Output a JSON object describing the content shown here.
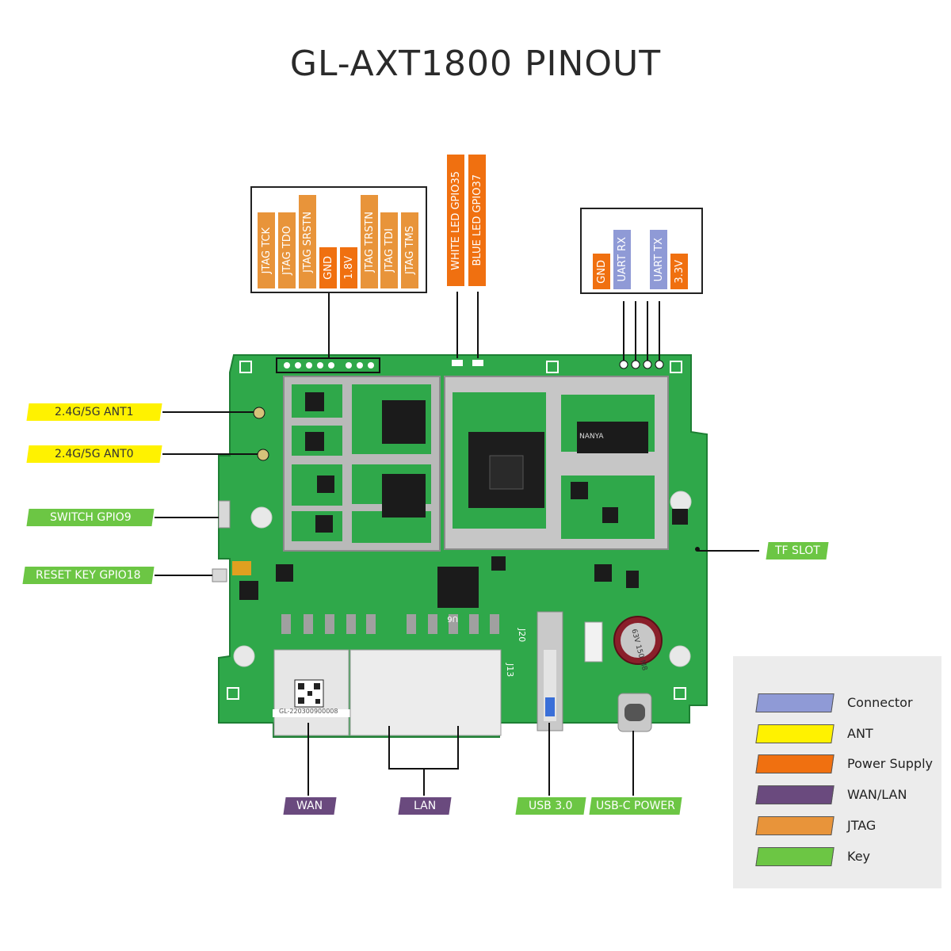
{
  "title": "GL-AXT1800 PINOUT",
  "jtag_pins": [
    "JTAG TCK",
    "JTAG TDO",
    "JTAG SRSTN",
    "GND",
    "1.8V",
    "JTAG TRSTN",
    "JTAG TDI",
    "JTAG TMS"
  ],
  "led_pins": [
    "WHITE LED   GPIO35",
    "BLUE LED   GPIO37"
  ],
  "uart_pins": [
    "GND",
    "UART RX",
    "UART TX",
    "3.3V"
  ],
  "left_labels": {
    "ant1": "2.4G/5G ANT1",
    "ant0": "2.4G/5G ANT0",
    "switch": "SWITCH   GPIO9",
    "reset": "RESET KEY   GPIO18"
  },
  "right_labels": {
    "tf_slot": "TF SLOT"
  },
  "bottom_labels": {
    "wan": "WAN",
    "lan": "LAN",
    "usb": "USB 3.0",
    "usbc": "USB-C POWER"
  },
  "board_text": {
    "sticker": "GL-220300900008",
    "nanya": "NANYA",
    "u6": "U6",
    "j20": "J20",
    "j13": "J13",
    "cap": "63V 150 M8"
  },
  "legend": [
    {
      "label": "Connector",
      "color": "#8f9ad6"
    },
    {
      "label": "ANT",
      "color": "#fff200"
    },
    {
      "label": "Power Supply",
      "color": "#f07010"
    },
    {
      "label": "WAN/LAN",
      "color": "#6a4a7e"
    },
    {
      "label": "JTAG",
      "color": "#e8943a"
    },
    {
      "label": "Key",
      "color": "#6cc644"
    }
  ]
}
